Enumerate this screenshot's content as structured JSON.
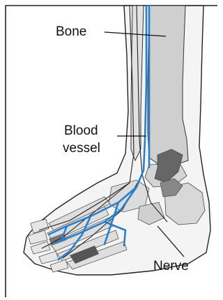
{
  "labels": {
    "bone": "Bone",
    "blood_vessel_line1": "Blood",
    "blood_vessel_line2": "vessel",
    "nerve": "Nerve"
  },
  "colors": {
    "frame": "#222222",
    "outline": "#222222",
    "bone_fill": "#cfcfcf",
    "bone_fill_light": "#e2e2e2",
    "tissue_fill": "#f4f4f4",
    "vessel": "#2a7fc9",
    "nerve": "#222222",
    "dark_bone": "#555555"
  }
}
